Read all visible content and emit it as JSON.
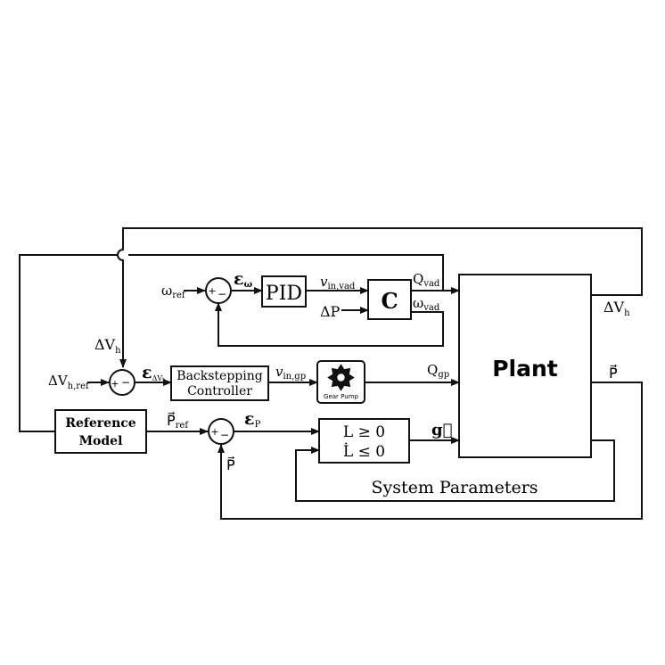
{
  "blocks": {
    "pid": "PID",
    "c": "C",
    "plant": "Plant",
    "backstepping_line1": "Backstepping",
    "backstepping_line2": "Controller",
    "gear_pump": "Gear Pump",
    "reference_line1": "Reference",
    "reference_line2": "Model",
    "constraint_line1": "L ≥ 0",
    "constraint_line2": "L̇ ≤ 0",
    "system_parameters": "System Parameters"
  },
  "signals": {
    "omega_ref": {
      "base": "ω",
      "sub": "ref"
    },
    "eps_omega": {
      "base": "ε",
      "sub": "ω"
    },
    "v_in_vad": {
      "base": "v",
      "sub": "in,vad"
    },
    "q_vad": {
      "base": "Q",
      "sub": "vad"
    },
    "delta_p": "ΔP",
    "omega_vad": {
      "base": "ω",
      "sub": "vad"
    },
    "delta_vh_plant": {
      "base": "ΔV",
      "sub": "h"
    },
    "delta_vh_feedback": {
      "base": "ΔV",
      "sub": "h"
    },
    "delta_vh_ref": {
      "base": "ΔV",
      "sub": "h,ref"
    },
    "eps_dvh": {
      "base": "ε",
      "sub": "ΔVₕ"
    },
    "v_in_gp": {
      "base": "v",
      "sub": "in,gp"
    },
    "q_gp": {
      "base": "Q",
      "sub": "gp"
    },
    "p_vec_plant": "P⃗",
    "p_ref": {
      "base": "P⃗",
      "sub": "ref"
    },
    "eps_p": {
      "base": "ε",
      "sub": "P"
    },
    "g_vec": "g⃗",
    "p_vec_feedback": "P⃗"
  },
  "summing_signs": {
    "plus": "+",
    "minus": "−"
  },
  "icons": {
    "gear": "gear-icon"
  }
}
